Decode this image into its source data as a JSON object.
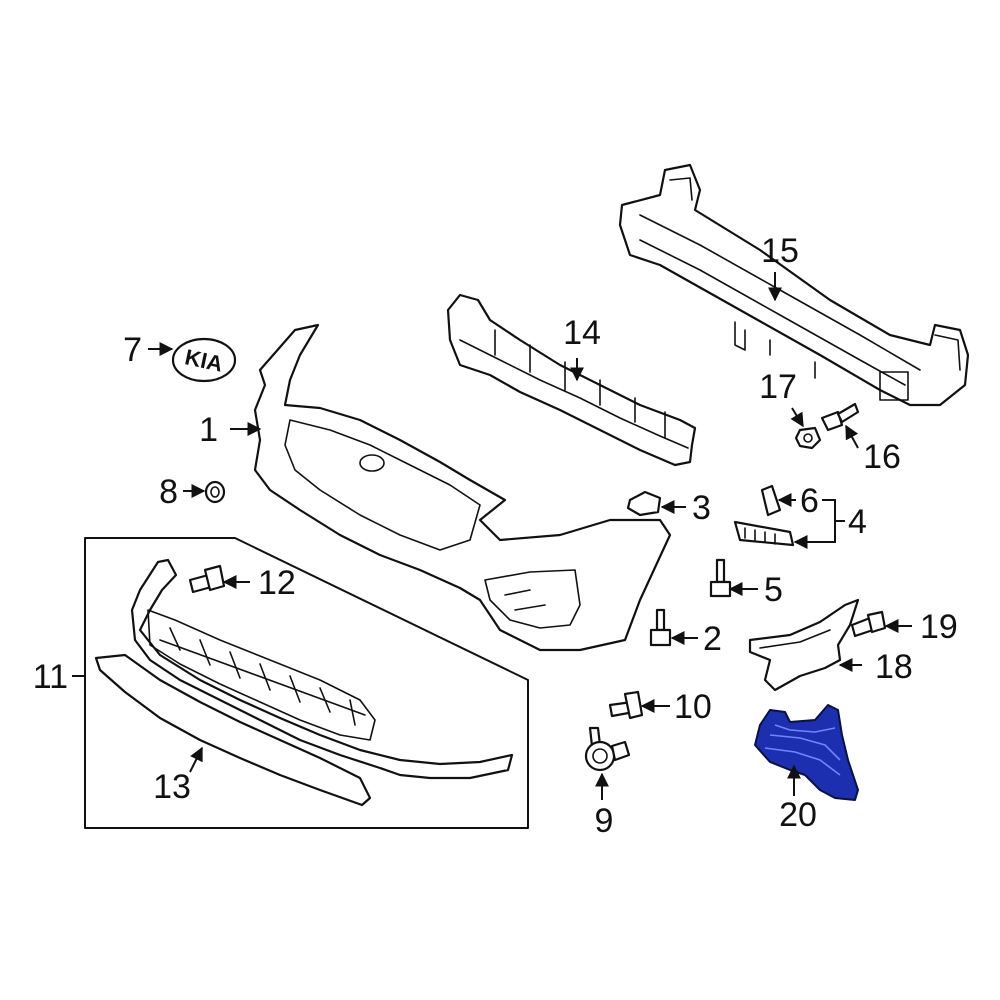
{
  "callouts": {
    "c1": "1",
    "c2": "2",
    "c3": "3",
    "c4": "4",
    "c5": "5",
    "c6": "6",
    "c7": "7",
    "c8": "8",
    "c9": "9",
    "c10": "10",
    "c11": "11",
    "c12": "12",
    "c13": "13",
    "c14": "14",
    "c15": "15",
    "c16": "16",
    "c17": "17",
    "c18": "18",
    "c19": "19",
    "c20": "20"
  },
  "emblem_text": "KIA",
  "highlighted_part": "20",
  "colors": {
    "highlight": "#1b2fb0",
    "line": "#111111",
    "background": "#ffffff"
  }
}
